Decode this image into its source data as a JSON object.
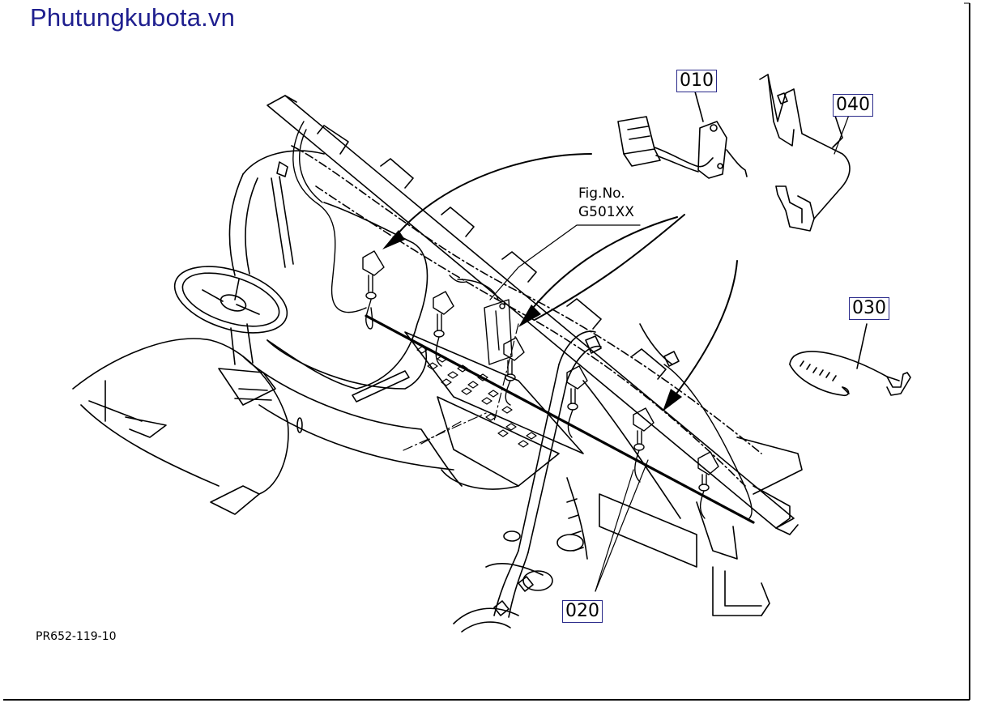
{
  "header": {
    "brand": "Phutungkubota.vn"
  },
  "figure": {
    "ref_label": "Fig.No.",
    "ref_code": "G501XX",
    "drawing_number": "PR652-119-10"
  },
  "parts": [
    {
      "number": "010"
    },
    {
      "number": "020"
    },
    {
      "number": "030"
    },
    {
      "number": "040"
    }
  ],
  "colors": {
    "brand": "#1f1f8f",
    "label_border": "#2a2a8a",
    "line": "#000000"
  }
}
